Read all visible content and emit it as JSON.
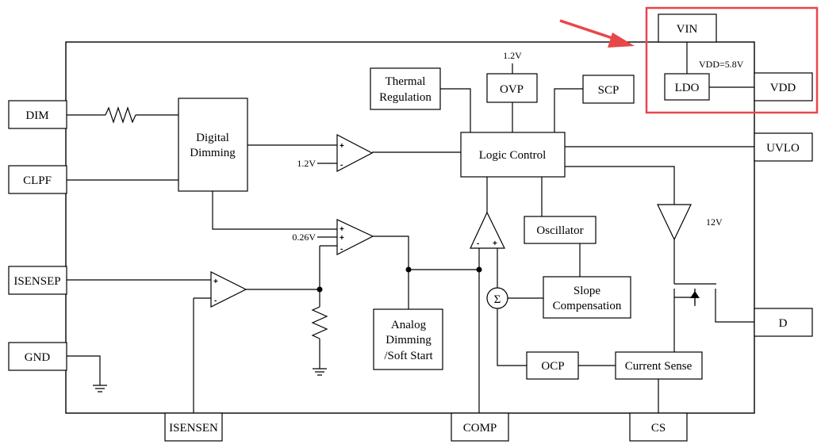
{
  "pins": {
    "dim": "DIM",
    "clpf": "CLPF",
    "isensep": "ISENSEP",
    "gnd": "GND",
    "isensen": "ISENSEN",
    "comp": "COMP",
    "cs": "CS",
    "d": "D",
    "uvlo": "UVLO",
    "vin": "VIN",
    "vdd": "VDD"
  },
  "blocks": {
    "digital_dimming": [
      "Digital",
      "Dimming"
    ],
    "thermal_regulation": [
      "Thermal",
      "Regulation"
    ],
    "ovp": "OVP",
    "scp": "SCP",
    "logic_control": "Logic Control",
    "oscillator": "Oscillator",
    "slope_compensation": [
      "Slope",
      "Compensation"
    ],
    "analog_dimming": [
      "Analog",
      "Dimming",
      "/Soft Start"
    ],
    "ocp": "OCP",
    "current_sense": "Current Sense",
    "ldo": "LDO"
  },
  "labels": {
    "v_1_2_ovp": "1.2V",
    "v_1_2_comp": "1.2V",
    "v_0_26": "0.26V",
    "v_12": "12V",
    "vdd_value": "VDD=5.8V",
    "sum_symbol": "Σ"
  },
  "signs": {
    "plus": "+",
    "minus": "-"
  },
  "colors": {
    "highlight_box": "#e8474a",
    "arrow": "#e8474a",
    "lines": "#000000"
  }
}
